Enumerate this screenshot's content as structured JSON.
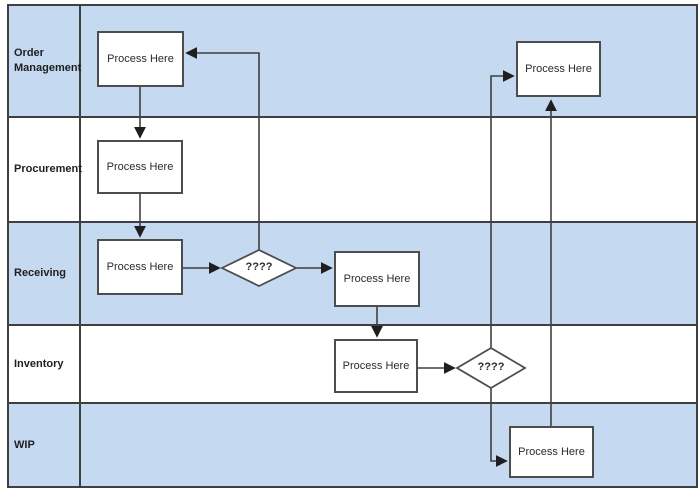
{
  "lanes": [
    {
      "label": "Order Management"
    },
    {
      "label": "Procurement"
    },
    {
      "label": "Receiving"
    },
    {
      "label": "Inventory"
    },
    {
      "label": "WIP"
    }
  ],
  "nodes": [
    {
      "id": "order-management-process",
      "type": "process",
      "label": "Process Here"
    },
    {
      "id": "procurement-process",
      "type": "process",
      "label": "Process Here"
    },
    {
      "id": "receiving-process",
      "type": "process",
      "label": "Process Here"
    },
    {
      "id": "receiving-process-2",
      "type": "process",
      "label": "Process Here"
    },
    {
      "id": "inventory-process",
      "type": "process",
      "label": "Process Here"
    },
    {
      "id": "receiving-decision",
      "type": "decision",
      "label": "????"
    },
    {
      "id": "inventory-decision",
      "type": "decision",
      "label": "????"
    },
    {
      "id": "wip-process",
      "type": "process",
      "label": "Process Here"
    },
    {
      "id": "order-management-process-2",
      "type": "process",
      "label": "Process Here"
    }
  ],
  "edges": [
    {
      "from": "order-management-process",
      "to": "procurement-process"
    },
    {
      "from": "procurement-process",
      "to": "receiving-process"
    },
    {
      "from": "receiving-process",
      "to": "receiving-decision"
    },
    {
      "from": "receiving-decision",
      "to": "receiving-process-2"
    },
    {
      "from": "receiving-decision",
      "to": "order-management-process"
    },
    {
      "from": "receiving-process-2",
      "to": "inventory-process"
    },
    {
      "from": "inventory-process",
      "to": "inventory-decision"
    },
    {
      "from": "inventory-decision",
      "to": "wip-process"
    },
    {
      "from": "inventory-decision",
      "to": "order-management-process-2"
    },
    {
      "from": "wip-process",
      "to": "order-management-process-2"
    }
  ],
  "colors": {
    "lane_fill_blue": "#c5d9f1",
    "lane_fill_white": "#ffffff",
    "frame_border": "#3f3f3f",
    "shape_border": "#4d4d4d",
    "connector": "#404040",
    "text": "#2b2b2b"
  }
}
